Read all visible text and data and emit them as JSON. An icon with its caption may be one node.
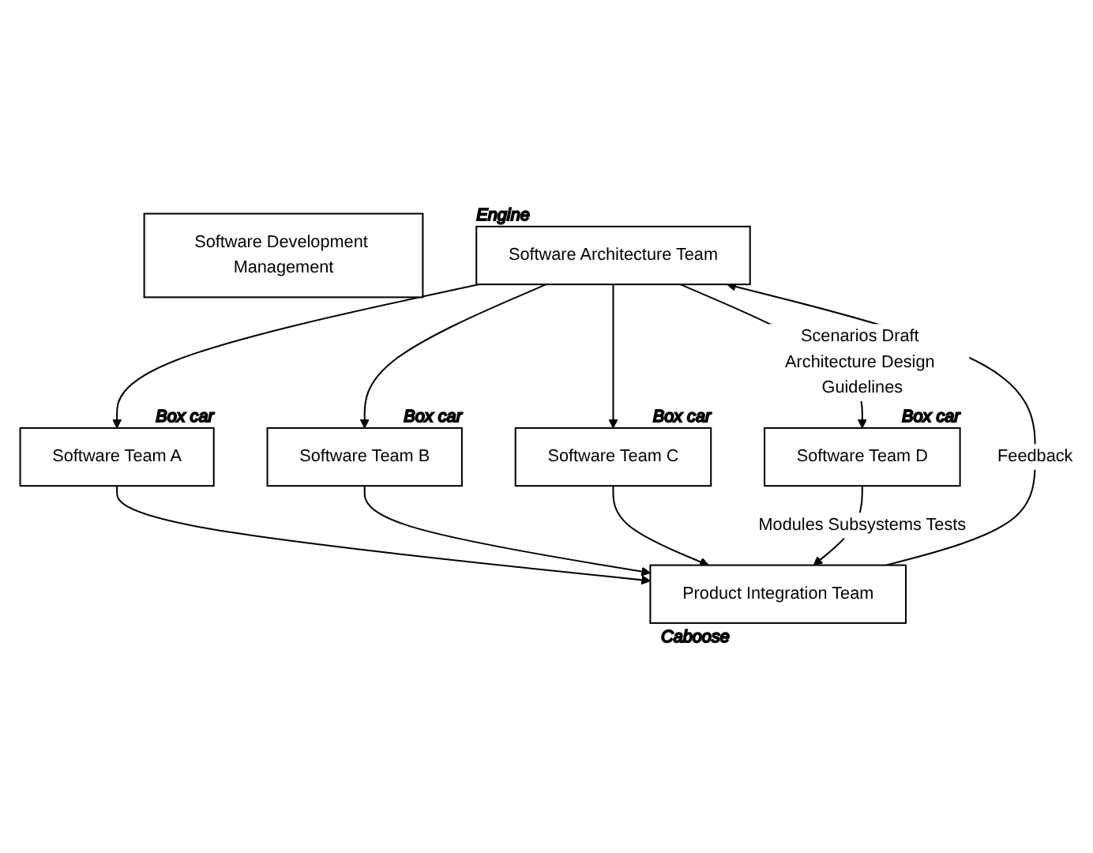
{
  "diagram": {
    "nodes": [
      {
        "text": [
          "Software Development Management"
        ]
      },
      {
        "text": [
          "Software Architecture Team"
        ],
        "beside": [
          "Engine"
        ]
      },
      {
        "text": [
          "Software Team A"
        ],
        "beside": [
          "Box car"
        ]
      },
      {
        "text": [
          "Software Team B"
        ],
        "beside": [
          "Box car"
        ]
      },
      {
        "text": [
          "Software Team C"
        ],
        "beside": [
          "Box car"
        ]
      },
      {
        "text": [
          "Software Team D"
        ],
        "beside": [
          "Box car"
        ]
      },
      {
        "text": [
          "Product Integration Team"
        ],
        "beside": [
          "Caboose"
        ]
      }
    ],
    "edges": [
      {
        "from": 1,
        "to": 2,
        "arrow": "to"
      },
      {
        "from": 1,
        "to": 3,
        "arrow": "to"
      },
      {
        "from": 1,
        "to": 4,
        "arrow": "to"
      },
      {
        "from": 1,
        "to": 5,
        "arrow": "to",
        "label": "Scenarios Draft Architecture Design Guidelines"
      },
      {
        "from": 2,
        "to": 6,
        "arrow": "to"
      },
      {
        "from": 3,
        "to": 6,
        "arrow": "to"
      },
      {
        "from": 4,
        "to": 6,
        "arrow": "to"
      },
      {
        "from": 5,
        "to": 6,
        "arrow": "to",
        "label": "Modules Subsystems Tests"
      },
      {
        "from": 6,
        "to": 1,
        "arrow": "to",
        "label": "Feedback"
      }
    ]
  }
}
